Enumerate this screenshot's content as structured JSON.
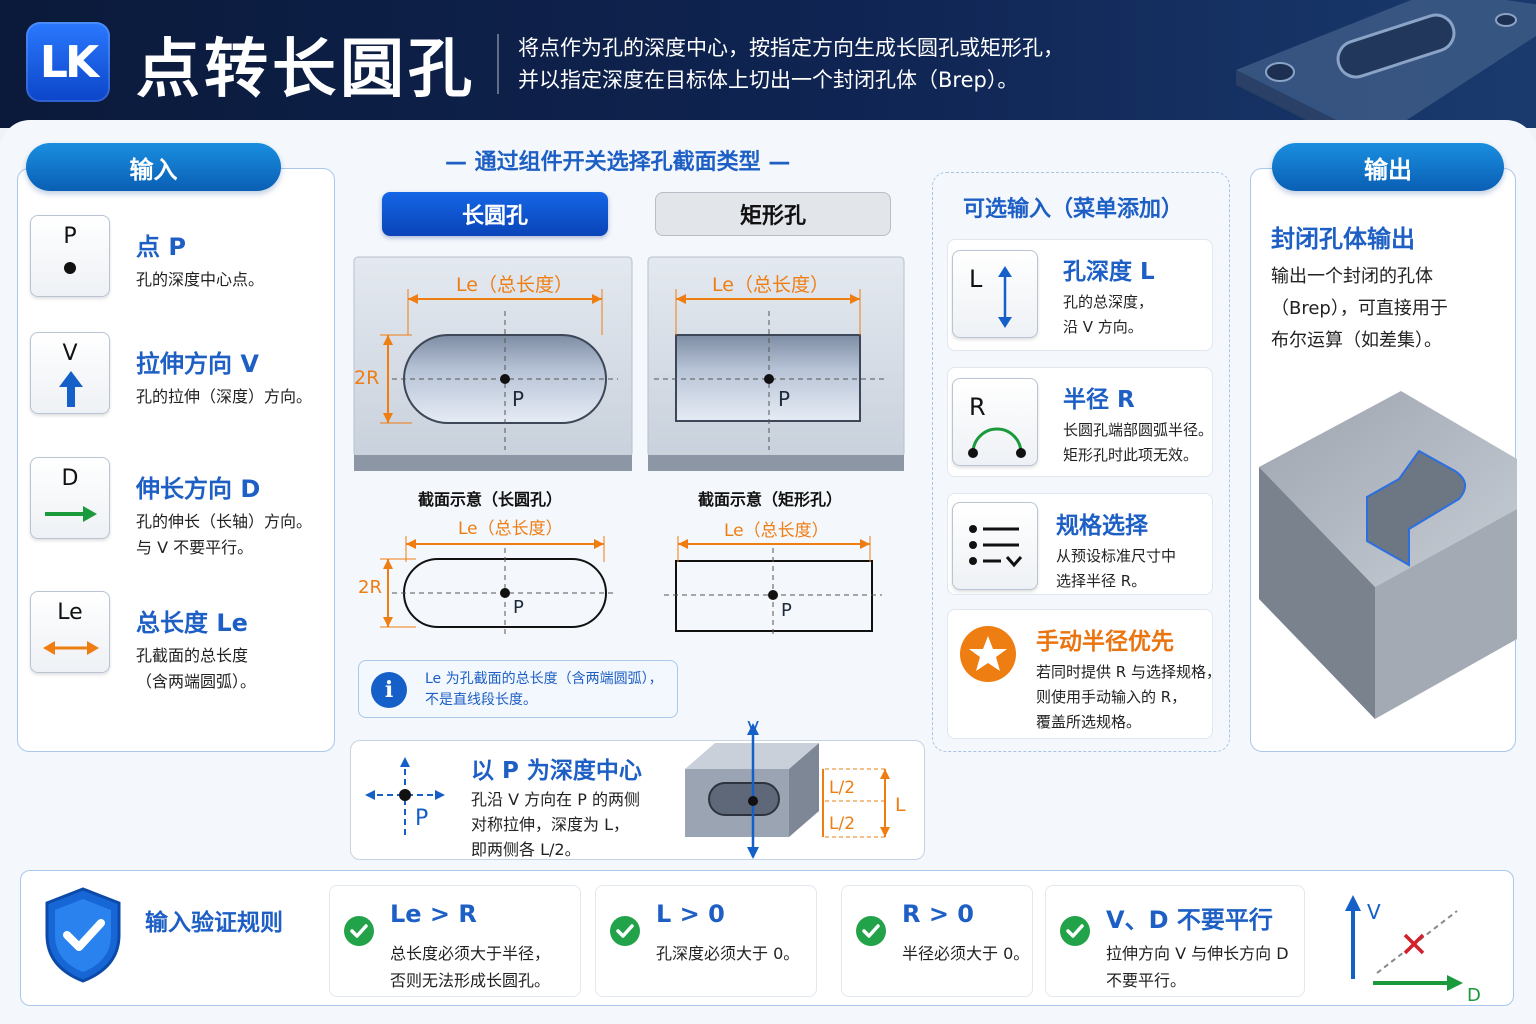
{
  "header": {
    "logo": "LK",
    "title": "点转长圆孔",
    "subtitle_line1": "将点作为孔的深度中心，按指定方向生成长圆孔或矩形孔，",
    "subtitle_line2": "并以指定深度在目标体上切出一个封闭孔体（Brep）。"
  },
  "input": {
    "title": "输入",
    "items": [
      {
        "letter": "P",
        "name": "点 P",
        "desc1": "孔的深度中心点。",
        "desc2": ""
      },
      {
        "letter": "V",
        "name": "拉伸方向 V",
        "desc1": "孔的拉伸（深度）方向。",
        "desc2": ""
      },
      {
        "letter": "D",
        "name": "伸长方向 D",
        "desc1": "孔的伸长（长轴）方向。",
        "desc2": "与 V 不要平行。"
      },
      {
        "letter": "Le",
        "name": "总长度 Le",
        "desc1": "孔截面的总长度",
        "desc2": "（含两端圆弧）。"
      }
    ]
  },
  "center": {
    "title": "— 通过组件开关选择孔截面类型 —",
    "toggle_slot": "长圆孔",
    "toggle_rect": "矩形孔",
    "dim_le": "Le（总长度）",
    "dim_2r": "2R",
    "point_label": "P",
    "section_slot": "截面示意（长圆孔）",
    "section_rect": "截面示意（矩形孔）",
    "info_icon": "i",
    "info_line1": "Le 为孔截面的总长度（含两端圆弧），",
    "info_line2": "不是直线段长度。",
    "depth_title": "以 P 为深度中心",
    "depth_desc1": "孔沿 V 方向在 P 的两侧",
    "depth_desc2": "对称拉伸，深度为 L，",
    "depth_desc3": "即两侧各 L/2。",
    "depth_v": "V",
    "depth_half": "L/2",
    "depth_l": "L"
  },
  "optional": {
    "title": "可选输入（菜单添加）",
    "items": [
      {
        "letter": "L",
        "name": "孔深度 L",
        "desc1": "孔的总深度，",
        "desc2": "沿 V 方向。",
        "desc3": ""
      },
      {
        "letter": "R",
        "name": "半径 R",
        "desc1": "长圆孔端部圆弧半径。",
        "desc2": "矩形孔时此项无效。",
        "desc3": ""
      },
      {
        "letter": "",
        "name": "规格选择",
        "desc1": "从预设标准尺寸中",
        "desc2": "选择半径 R。",
        "desc3": ""
      },
      {
        "letter": "",
        "name": "手动半径优先",
        "desc1": "若同时提供 R 与选择规格，",
        "desc2": "则使用手动输入的 R，",
        "desc3": "覆盖所选规格。"
      }
    ]
  },
  "output": {
    "title": "输出",
    "heading": "封闭孔体输出",
    "desc1": "输出一个封闭的孔体",
    "desc2": "（Brep），可直接用于",
    "desc3": "布尔运算（如差集）。"
  },
  "rules": {
    "title": "输入验证规则",
    "items": [
      {
        "name": "Le > R",
        "desc1": "总长度必须大于半径，",
        "desc2": "否则无法形成长圆孔。"
      },
      {
        "name": "L > 0",
        "desc1": "孔深度必须大于 0。",
        "desc2": ""
      },
      {
        "name": "R > 0",
        "desc1": "半径必须大于 0。",
        "desc2": ""
      },
      {
        "name": "V、D 不要平行",
        "desc1": "拉伸方向 V 与伸长方向 D",
        "desc2": "不要平行。"
      }
    ],
    "axis_v": "V",
    "axis_d": "D"
  },
  "colors": {
    "primary_blue": "#1d5fc4",
    "accent_orange": "#ee7d12",
    "check_green": "#22a34a",
    "header_navy": "#0f2452"
  }
}
